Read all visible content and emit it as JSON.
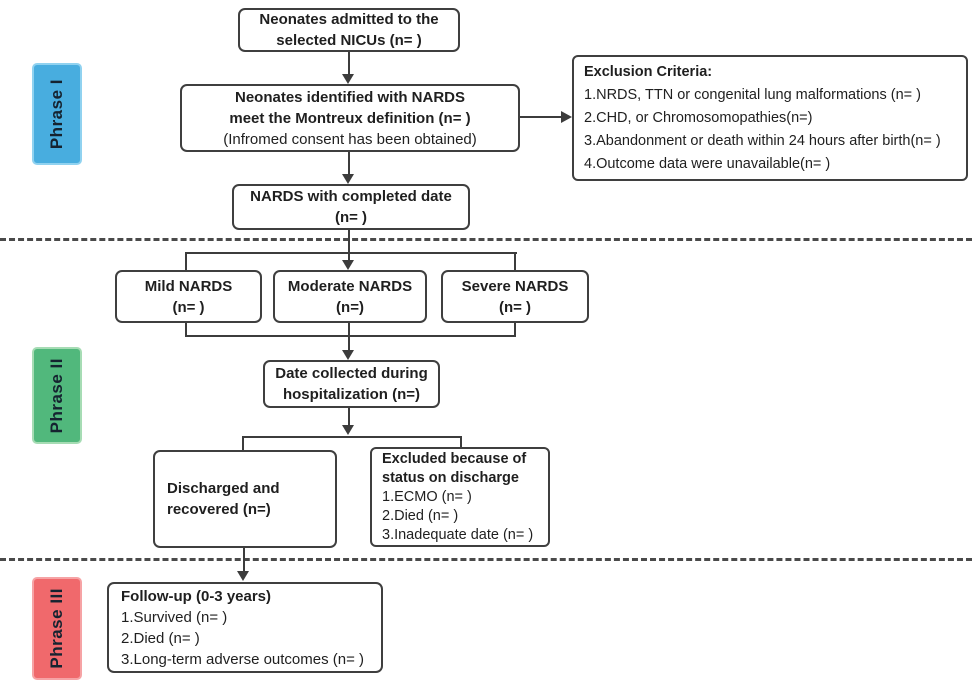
{
  "phases": [
    {
      "label": "Phrase I",
      "fill": "#48ADDF"
    },
    {
      "label": "Phrase II",
      "fill": "#51B87C"
    },
    {
      "label": "Phrase III",
      "fill": "#F0696C"
    }
  ],
  "boxes": {
    "admitted": {
      "lines": [
        "Neonates admitted to the",
        "selected NICUs (n= )"
      ]
    },
    "identified": {
      "bold_lines": [
        "Neonates identified with NARDS",
        "meet the Montreux definition (n= )"
      ],
      "note": "(Infromed consent has been obtained)"
    },
    "exclusion": {
      "title": "Exclusion Criteria:",
      "items": [
        "1.NRDS, TTN or congenital lung malformations (n= )",
        "2.CHD, or Chromosomopathies(n=)",
        "3.Abandonment or death within 24 hours after birth(n= )",
        "4.Outcome data were unavailable(n= )"
      ]
    },
    "completed": {
      "lines": [
        "NARDS with completed date",
        "(n= )"
      ]
    },
    "mild": {
      "lines": [
        "Mild NARDS",
        "(n= )"
      ]
    },
    "moderate": {
      "lines": [
        "Moderate NARDS",
        "(n=)"
      ]
    },
    "severe": {
      "lines": [
        "Severe NARDS",
        "(n= )"
      ]
    },
    "date_collected": {
      "lines": [
        "Date collected during",
        "hospitalization (n=)"
      ]
    },
    "discharged": {
      "lines": [
        "Discharged and",
        "recovered (n=)"
      ]
    },
    "excluded_discharge": {
      "title_lines": [
        "Excluded because of",
        "status on discharge"
      ],
      "items": [
        "1.ECMO (n= )",
        "2.Died (n= )",
        "3.Inadequate date (n= )"
      ]
    },
    "followup": {
      "title": "Follow-up (0-3 years)",
      "items": [
        "1.Survived (n= )",
        "2.Died (n= )",
        "3.Long-term adverse outcomes (n= )"
      ]
    }
  }
}
